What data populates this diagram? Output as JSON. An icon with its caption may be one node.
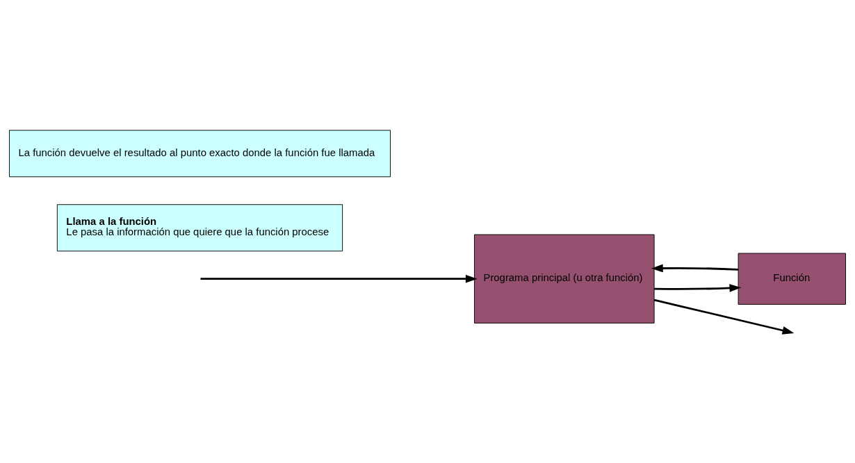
{
  "diagram": {
    "nodes": [
      {
        "text": [
          "Programa principal (u otra función)"
        ]
      },
      {
        "text": [
          "Función"
        ]
      },
      {
        "text": [
          "Llama a la función",
          "Le pasa la información que quiere que la función procese"
        ]
      },
      {
        "text": [
          "La función devuelve el resultado al punto exacto donde la función fue llamada"
        ]
      }
    ],
    "edges": [
      {
        "from": null,
        "to": 0,
        "arrow": "to"
      },
      {
        "from": 0,
        "to": null,
        "arrow": "to"
      },
      {
        "from": 0,
        "to": 1,
        "arrow": "to"
      },
      {
        "from": 1,
        "to": 0,
        "arrow": "to"
      }
    ]
  }
}
